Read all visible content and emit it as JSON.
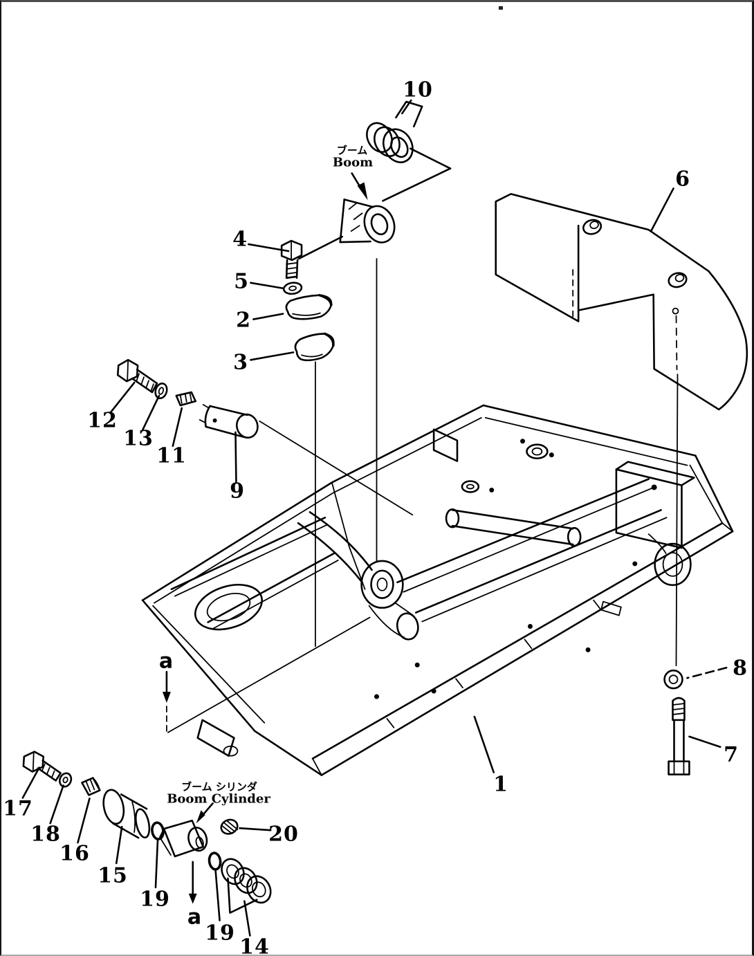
{
  "figure": {
    "kind": "machine-parts-exploded-diagram",
    "colors": {
      "line": "#000000",
      "background": "#ffffff"
    }
  },
  "annotations": {
    "boom": {
      "jp": "ブーム",
      "en": "Boom"
    },
    "boom_cylinder": {
      "jp": "ブーム シリンダ",
      "en": "Boom Cylinder"
    },
    "section_top": "a",
    "section_bottom": "a",
    "page_dot": "."
  },
  "callouts": {
    "c1": "1",
    "c2": "2",
    "c3": "3",
    "c4": "4",
    "c5": "5",
    "c6": "6",
    "c7": "7",
    "c8": "8",
    "c9": "9",
    "c10": "10",
    "c11": "11",
    "c12": "12",
    "c13": "13",
    "c14": "14",
    "c15": "15",
    "c16": "16",
    "c17": "17",
    "c18": "18",
    "c19a": "19",
    "c19b": "19",
    "c20": "20"
  }
}
